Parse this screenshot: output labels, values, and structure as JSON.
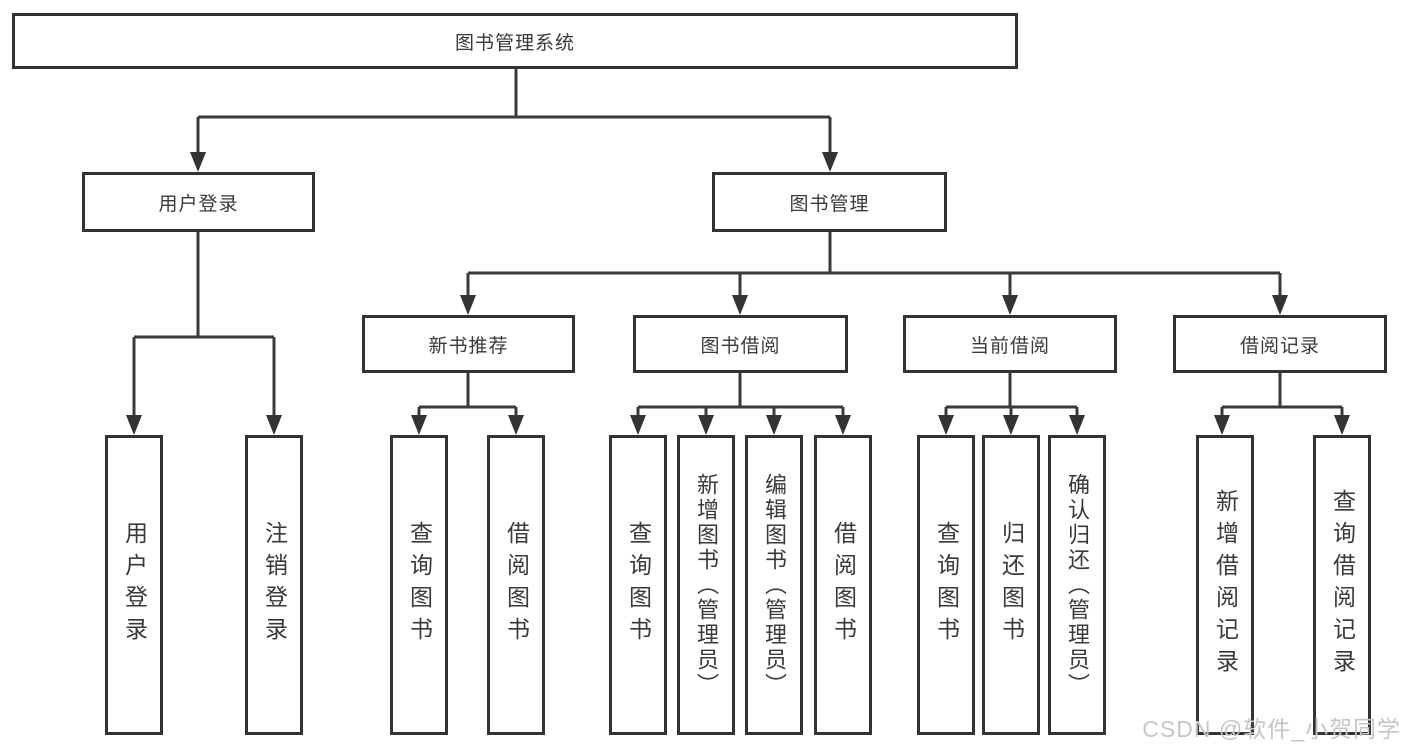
{
  "diagram": {
    "title": "图书管理系统",
    "root": {
      "label": "图书管理系统"
    },
    "level2": [
      {
        "label": "用户登录"
      },
      {
        "label": "图书管理"
      }
    ],
    "level3": [
      {
        "label": "新书推荐",
        "parent": "图书管理"
      },
      {
        "label": "图书借阅",
        "parent": "图书管理"
      },
      {
        "label": "当前借阅",
        "parent": "图书管理"
      },
      {
        "label": "借阅记录",
        "parent": "图书管理"
      }
    ],
    "leaves": [
      {
        "label": "用户登录",
        "parent": "用户登录"
      },
      {
        "label": "注销登录",
        "parent": "用户登录"
      },
      {
        "label": "查询图书",
        "parent": "新书推荐"
      },
      {
        "label": "借阅图书",
        "parent": "新书推荐"
      },
      {
        "label": "查询图书",
        "parent": "图书借阅"
      },
      {
        "label": "新增图书（管理员）",
        "parent": "图书借阅"
      },
      {
        "label": "编辑图书（管理员）",
        "parent": "图书借阅"
      },
      {
        "label": "借阅图书",
        "parent": "图书借阅"
      },
      {
        "label": "查询图书",
        "parent": "当前借阅"
      },
      {
        "label": "归还图书",
        "parent": "当前借阅"
      },
      {
        "label": "确认归还（管理员）",
        "parent": "当前借阅"
      },
      {
        "label": "新增借阅记录",
        "parent": "借阅记录"
      },
      {
        "label": "查询借阅记录",
        "parent": "借阅记录"
      }
    ]
  },
  "watermark": "CSDN @软件_小贺同学",
  "colors": {
    "border": "#333333",
    "line": "#3a3a3a",
    "text": "#3a3a3a",
    "watermark": "#c6c6c6",
    "background": "#ffffff"
  }
}
